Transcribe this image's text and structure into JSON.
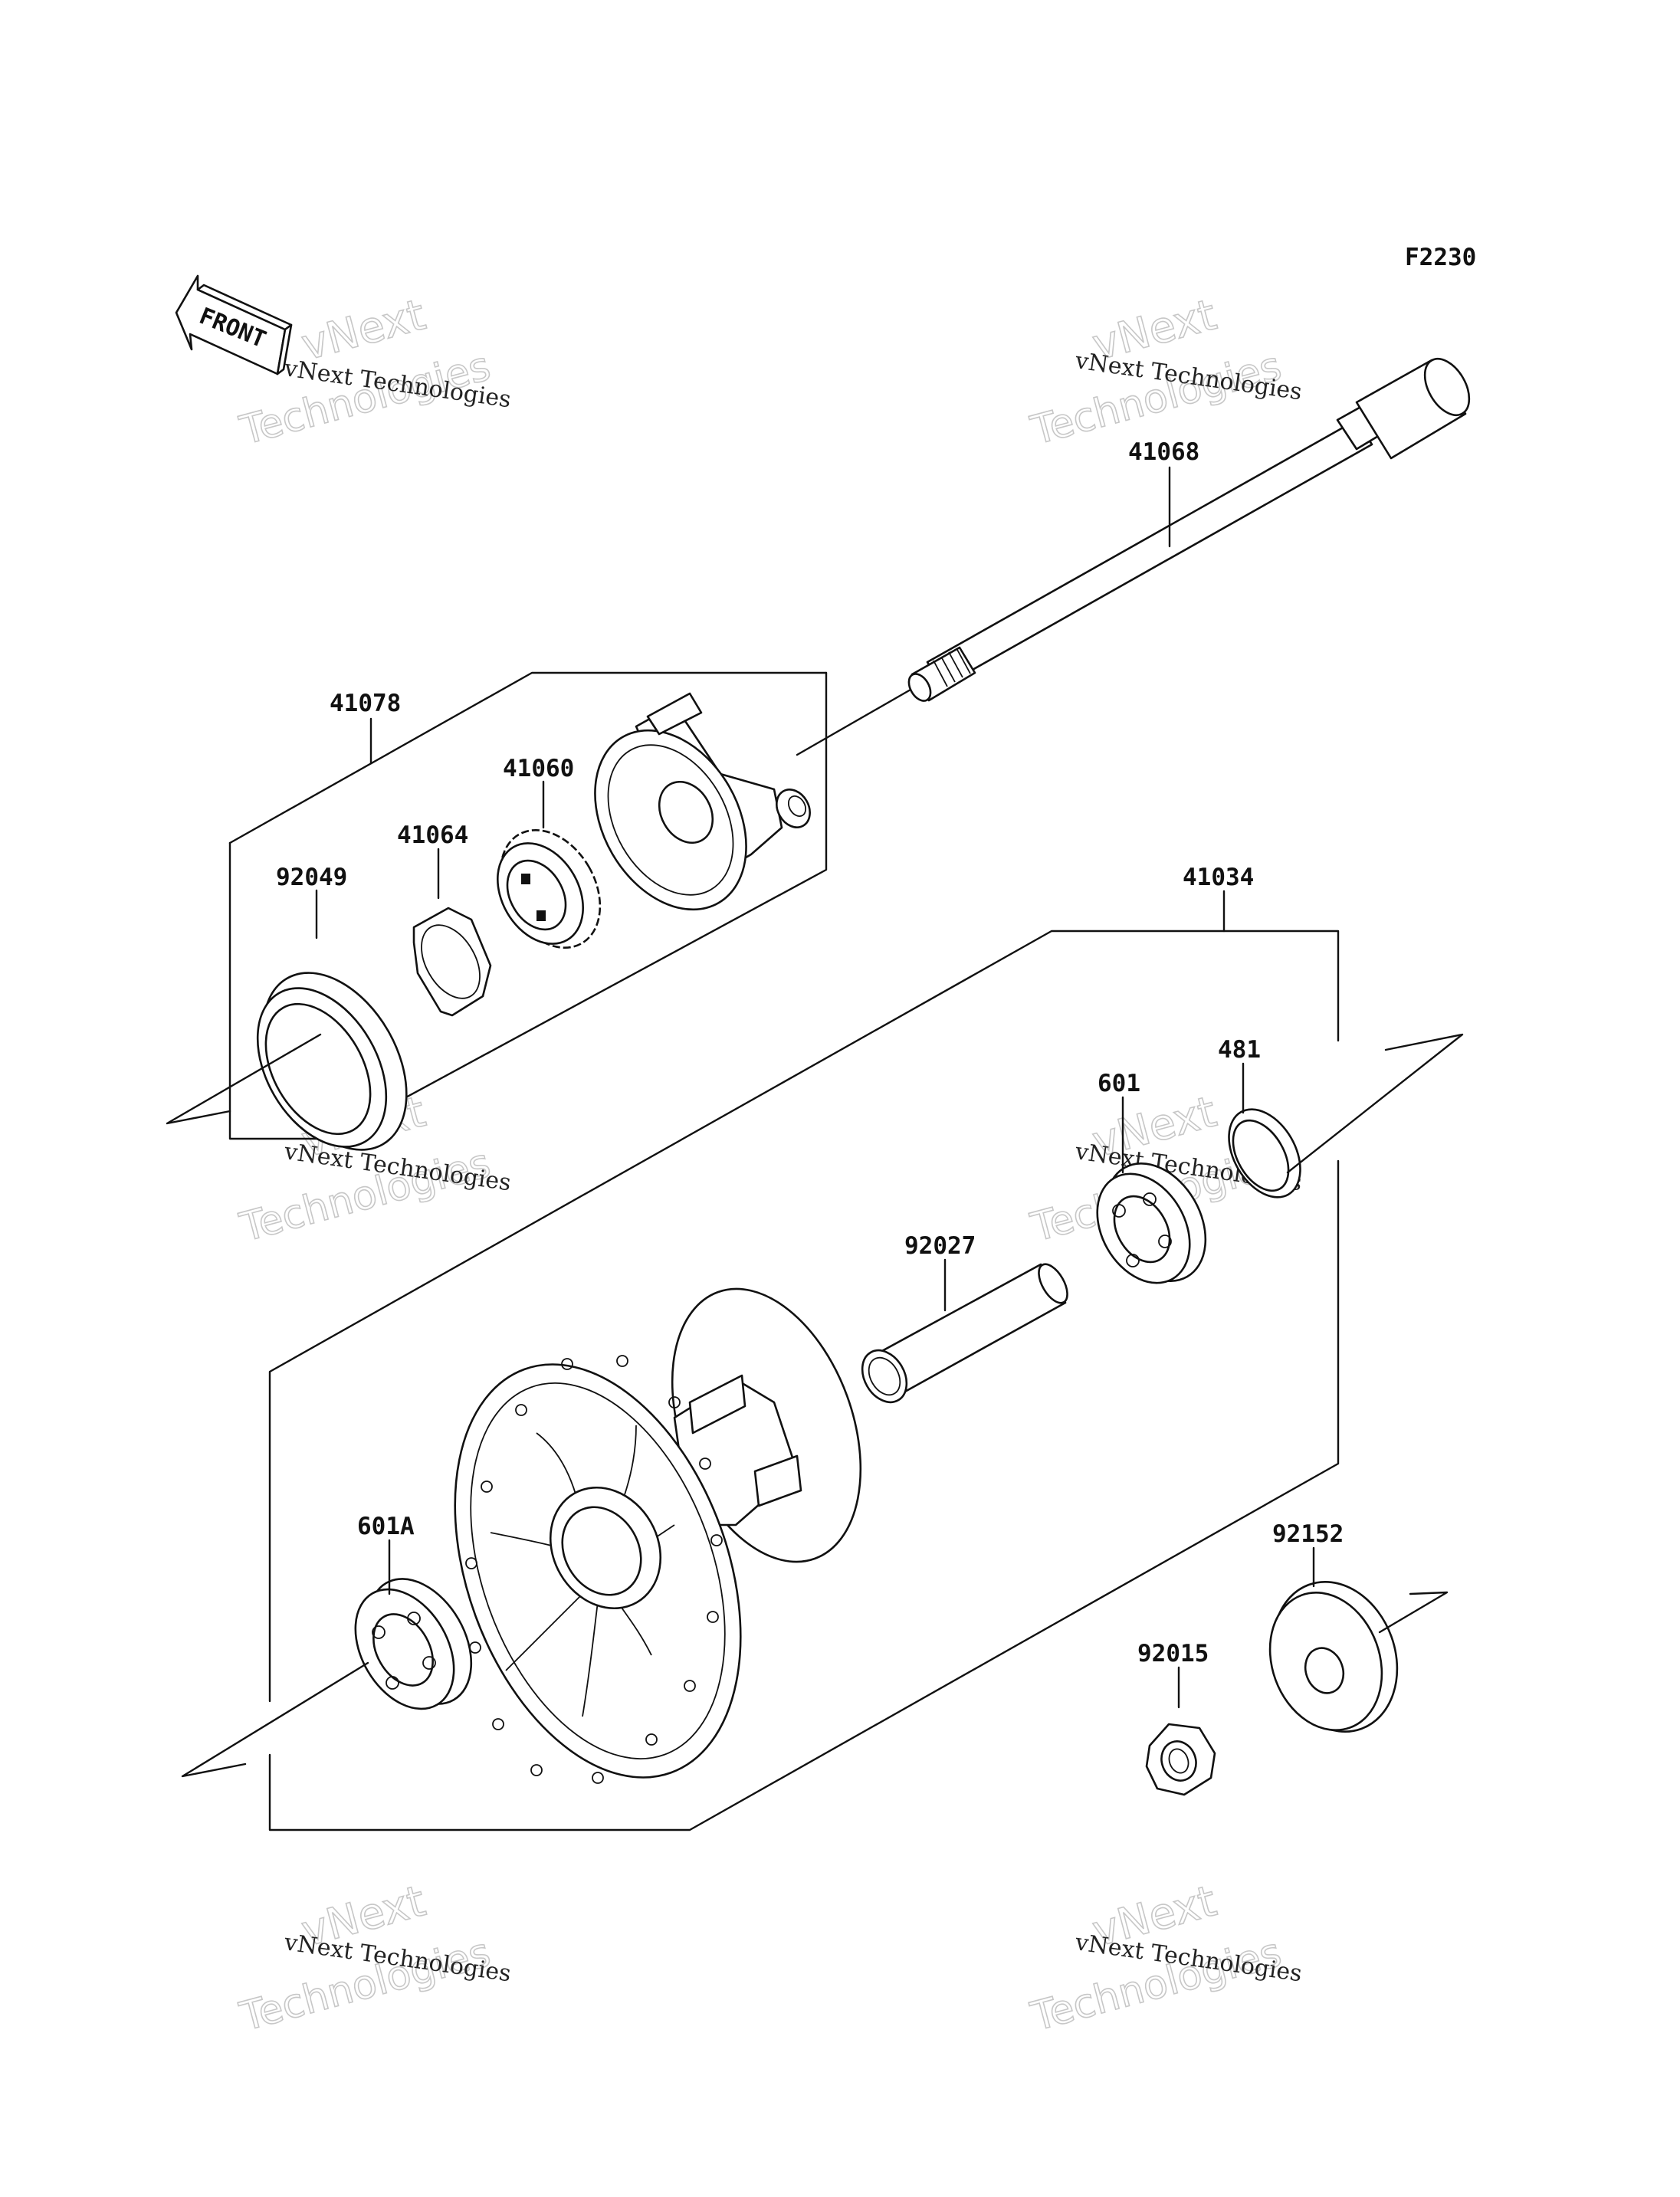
{
  "diagram": {
    "figure_code": "F2230",
    "front_marker": "FRONT",
    "watermark": {
      "line1": "vNext Technologies",
      "line2": "vNext",
      "line3": "Technologies"
    },
    "part_labels": {
      "p41068": "41068",
      "p41078": "41078",
      "p41060": "41060",
      "p41064": "41064",
      "p92049": "92049",
      "p41034": "41034",
      "p481": "481",
      "p601": "601",
      "p92027": "92027",
      "p601A": "601A",
      "p92152": "92152",
      "p92015": "92015"
    }
  }
}
